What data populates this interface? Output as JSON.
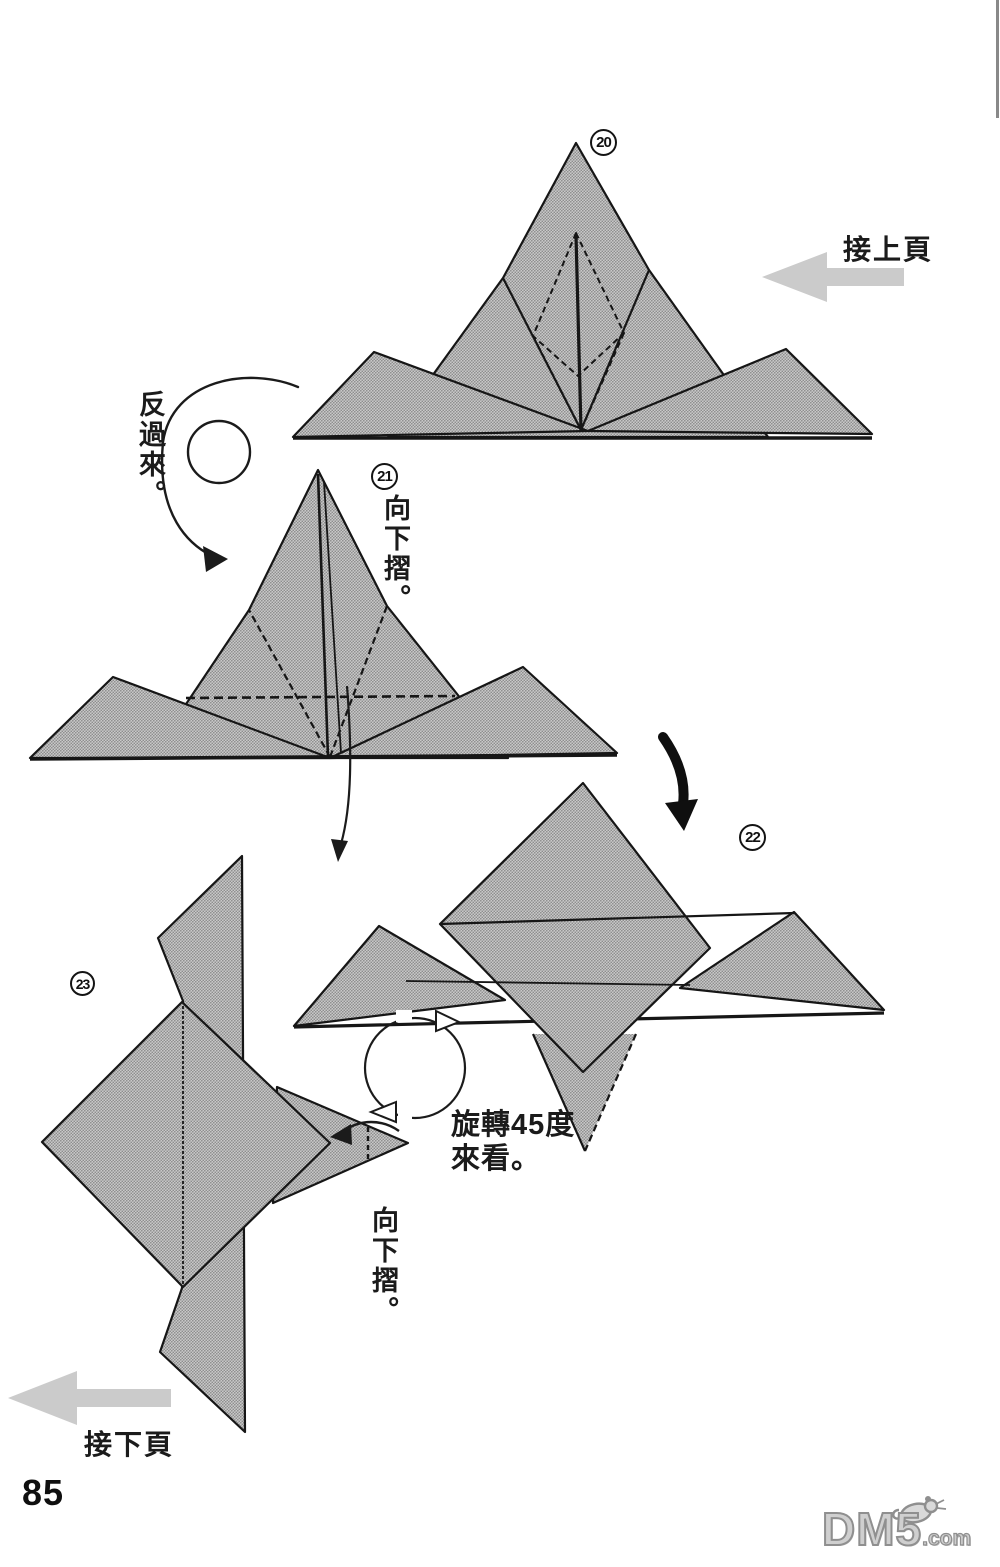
{
  "page": {
    "number": "85",
    "prev_page_label": "接上頁",
    "next_page_label": "接下頁",
    "watermark": {
      "main": "DM5",
      "suffix": ".com"
    }
  },
  "steps": {
    "s20": {
      "badge": "20"
    },
    "s21": {
      "badge": "21",
      "note": "向下摺。"
    },
    "s22": {
      "badge": "22"
    },
    "s23": {
      "badge": "23",
      "note": "向下摺。"
    }
  },
  "annotations": {
    "turn_over": "反過來。",
    "rotate_view_line1": "旋轉45度",
    "rotate_view_line2": "來看。"
  },
  "colors": {
    "paper_tone": "#b0b0b0",
    "outline": "#161616",
    "nav_arrow_gray": "#cbcbcb",
    "watermark_gray": "#8f8f8f"
  }
}
